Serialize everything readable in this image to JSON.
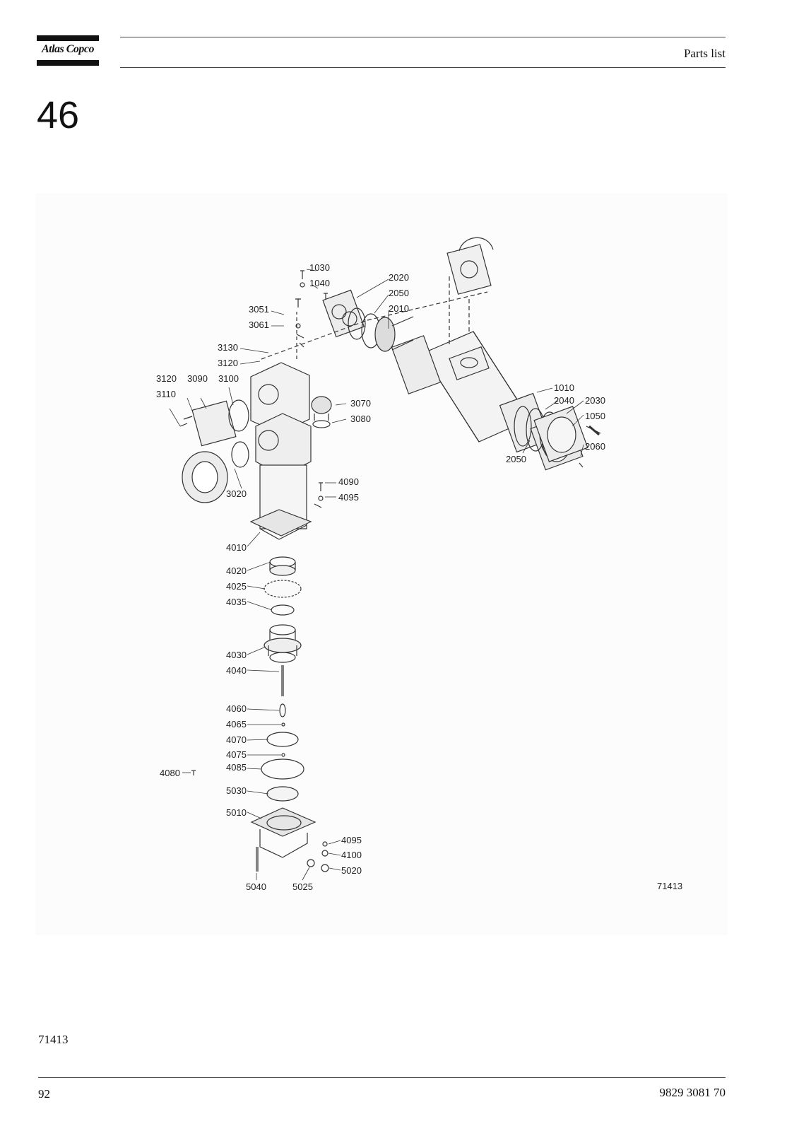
{
  "header": {
    "brand": "Atlas Copco",
    "title": "Parts list"
  },
  "section_number": "46",
  "figure": {
    "code": "71413",
    "callouts": [
      "1030",
      "1040",
      "2020",
      "2050",
      "2010",
      "3051",
      "3061",
      "3130",
      "3120",
      "3120",
      "3090",
      "3100",
      "3110",
      "3070",
      "3080",
      "1010",
      "2040",
      "2030",
      "1050",
      "2060",
      "2050",
      "3020",
      "4090",
      "4095",
      "4010",
      "4020",
      "4025",
      "4035",
      "4030",
      "4040",
      "4060",
      "4065",
      "4070",
      "4075",
      "4085",
      "4080",
      "5030",
      "5010",
      "4095",
      "4100",
      "5020",
      "5040",
      "5025"
    ]
  },
  "footer": {
    "reference": "71413",
    "page_number": "92",
    "document_number": "9829 3081 70"
  }
}
